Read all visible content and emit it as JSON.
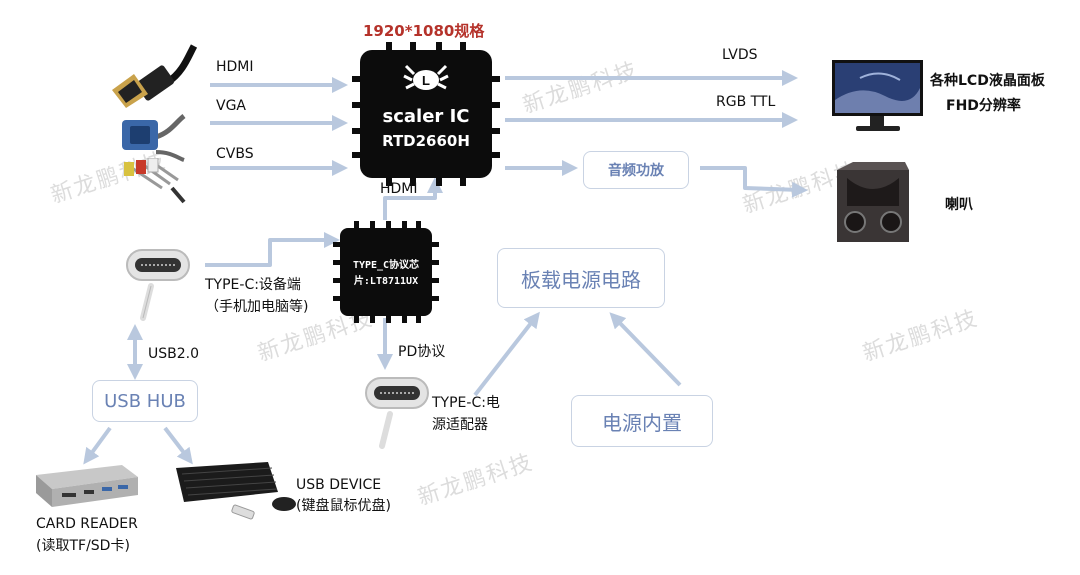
{
  "title": "1920*1080规格",
  "scaler_chip": {
    "line1": "scaler IC",
    "line2": "RTD2660H"
  },
  "typec_chip": {
    "line1": "TYPE_C协议芯",
    "line2": "片:LT8711UX"
  },
  "inputs": {
    "hdmi": "HDMI",
    "vga": "VGA",
    "cvbs": "CVBS"
  },
  "outputs": {
    "lvds": "LVDS",
    "rgb_ttl": "RGB TTL"
  },
  "hdmi_link": "HDMI",
  "audio_box": "音频功放",
  "power_board_box": "板载电源电路",
  "power_builtin_box": "电源内置",
  "usb_hub_box": "USB HUB",
  "lcd_label": {
    "line1": "各种LCD液晶面板",
    "line2": "FHD分辨率"
  },
  "speaker_label": "喇叭",
  "typec_device_label": {
    "line1": "TYPE-C:设备端",
    "line2": "（手机加电脑等)"
  },
  "usb20_label": "USB2.0",
  "pd_label": "PD协议",
  "typec_adapter_label": {
    "line1": "TYPE-C:电",
    "line2": "源适配器"
  },
  "card_reader_label": {
    "line1": "CARD READER",
    "line2": "(读取TF/SD卡)"
  },
  "usb_device_label": {
    "line1": "USB DEVICE",
    "line2": "(键盘鼠标优盘)"
  },
  "watermark": "新龙鹏科技",
  "colors": {
    "arrow": "#b9c8de",
    "box_text": "#6a82b4",
    "box_border": "#c9d3e3",
    "title": "#b5322a",
    "chip": "#0c0c0c"
  }
}
